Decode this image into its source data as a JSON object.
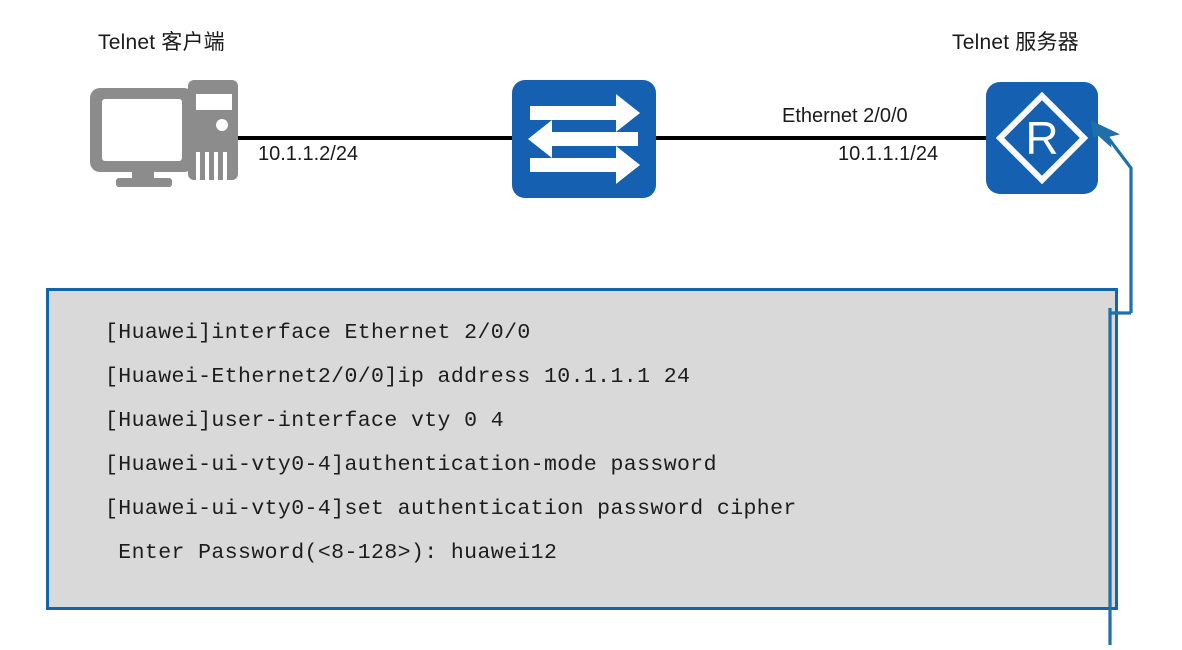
{
  "topology": {
    "client": {
      "label": "Telnet 客户端",
      "icon": "desktop-pc-icon",
      "ip": "10.1.1.2/24"
    },
    "switch": {
      "icon": "switch-icon"
    },
    "server": {
      "label": "Telnet 服务器",
      "icon": "router-icon",
      "icon_letter": "R",
      "interface": "Ethernet 2/0/0",
      "ip": "10.1.1.1/24"
    }
  },
  "config": {
    "lines": [
      "[Huawei]interface Ethernet 2/0/0",
      "[Huawei-Ethernet2/0/0]ip address 10.1.1.1 24",
      "[Huawei]user-interface vty 0 4",
      "[Huawei-ui-vty0-4]authentication-mode password",
      "[Huawei-ui-vty0-4]set authentication password cipher",
      " Enter Password(<8-128>): huawei12"
    ]
  },
  "colors": {
    "device_blue": "#1560b0",
    "box_border_blue": "#1465a8",
    "box_fill_gray": "#d9d9d9",
    "pc_gray": "#8c8c8c",
    "link_black": "#000000",
    "arrow_blue": "#1f6fa8"
  }
}
